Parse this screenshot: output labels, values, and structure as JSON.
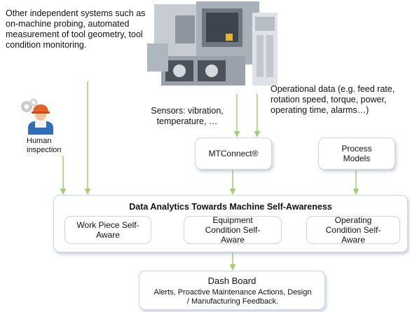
{
  "top_left_note": "Other independent systems such as on-machine probing, automated measurement of tool geometry, tool condition monitoring.",
  "human": {
    "icon": "worker-icon",
    "label": "Human inspection"
  },
  "sensors_note": "Sensors: vibration, temperature, …",
  "operational_note": "Operational data (e.g. feed rate, rotation speed, torque, power, operating time, alarms…)",
  "machine": {
    "icon": "machine-tool-illustration"
  },
  "mtconnect_label": "MTConnect®",
  "process_models_label": "Process Models",
  "analytics": {
    "title": "Data Analytics Towards Machine Self-Awareness",
    "workpiece_label": "Work Piece Self-Aware",
    "equipment_label": "Equipment Condition Self-Aware",
    "operating_label": "Operating Condition Self-Aware"
  },
  "dashboard": {
    "title": "Dash Board",
    "details": "Alerts,  Proactive Maintenance Actions, Design / Manufacturing Feedback."
  },
  "colors": {
    "arrow": "#9fd16a",
    "box_border": "#c8d6e6"
  }
}
